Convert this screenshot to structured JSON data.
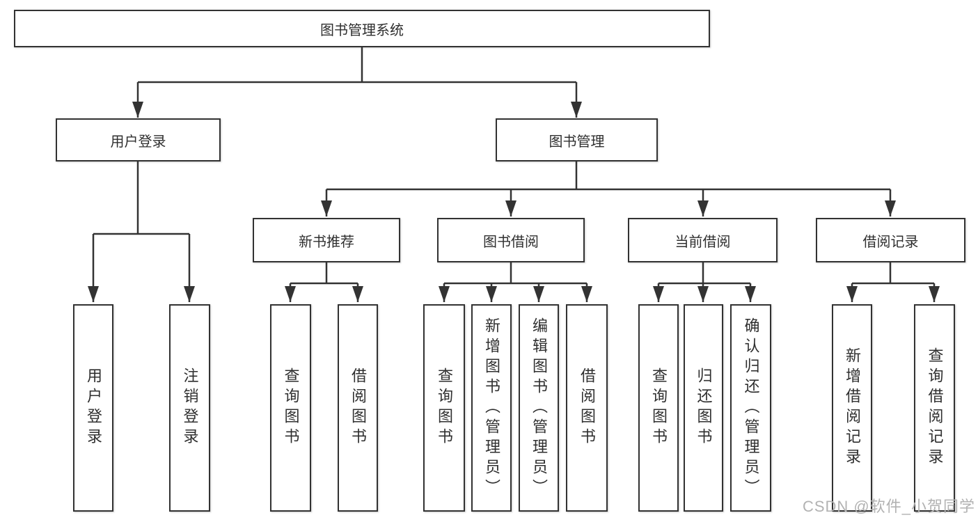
{
  "tree": {
    "root": {
      "label": "图书管理系统"
    },
    "user_branch": {
      "label": "用户登录",
      "children": [
        {
          "label": "用户登录"
        },
        {
          "label": "注销登录"
        }
      ]
    },
    "book_branch": {
      "label": "图书管理",
      "groups": [
        {
          "label": "新书推荐",
          "children": [
            {
              "label": "查询图书"
            },
            {
              "label": "借阅图书"
            }
          ]
        },
        {
          "label": "图书借阅",
          "children": [
            {
              "label": "查询图书"
            },
            {
              "label": "新增图书（管理员）"
            },
            {
              "label": "编辑图书（管理员）"
            },
            {
              "label": "借阅图书"
            }
          ]
        },
        {
          "label": "当前借阅",
          "children": [
            {
              "label": "查询图书"
            },
            {
              "label": "归还图书"
            },
            {
              "label": "确认归还（管理员）"
            }
          ]
        },
        {
          "label": "借阅记录",
          "children": [
            {
              "label": "新增借阅记录"
            },
            {
              "label": "查询借阅记录"
            }
          ]
        }
      ]
    }
  },
  "watermark": "CSDN @软件_小贺同学",
  "colors": {
    "line": "#333333",
    "box_border": "#323232",
    "box_fill": "#ffffff",
    "text": "#2f2f2f",
    "watermark": "#b2b2b2"
  }
}
